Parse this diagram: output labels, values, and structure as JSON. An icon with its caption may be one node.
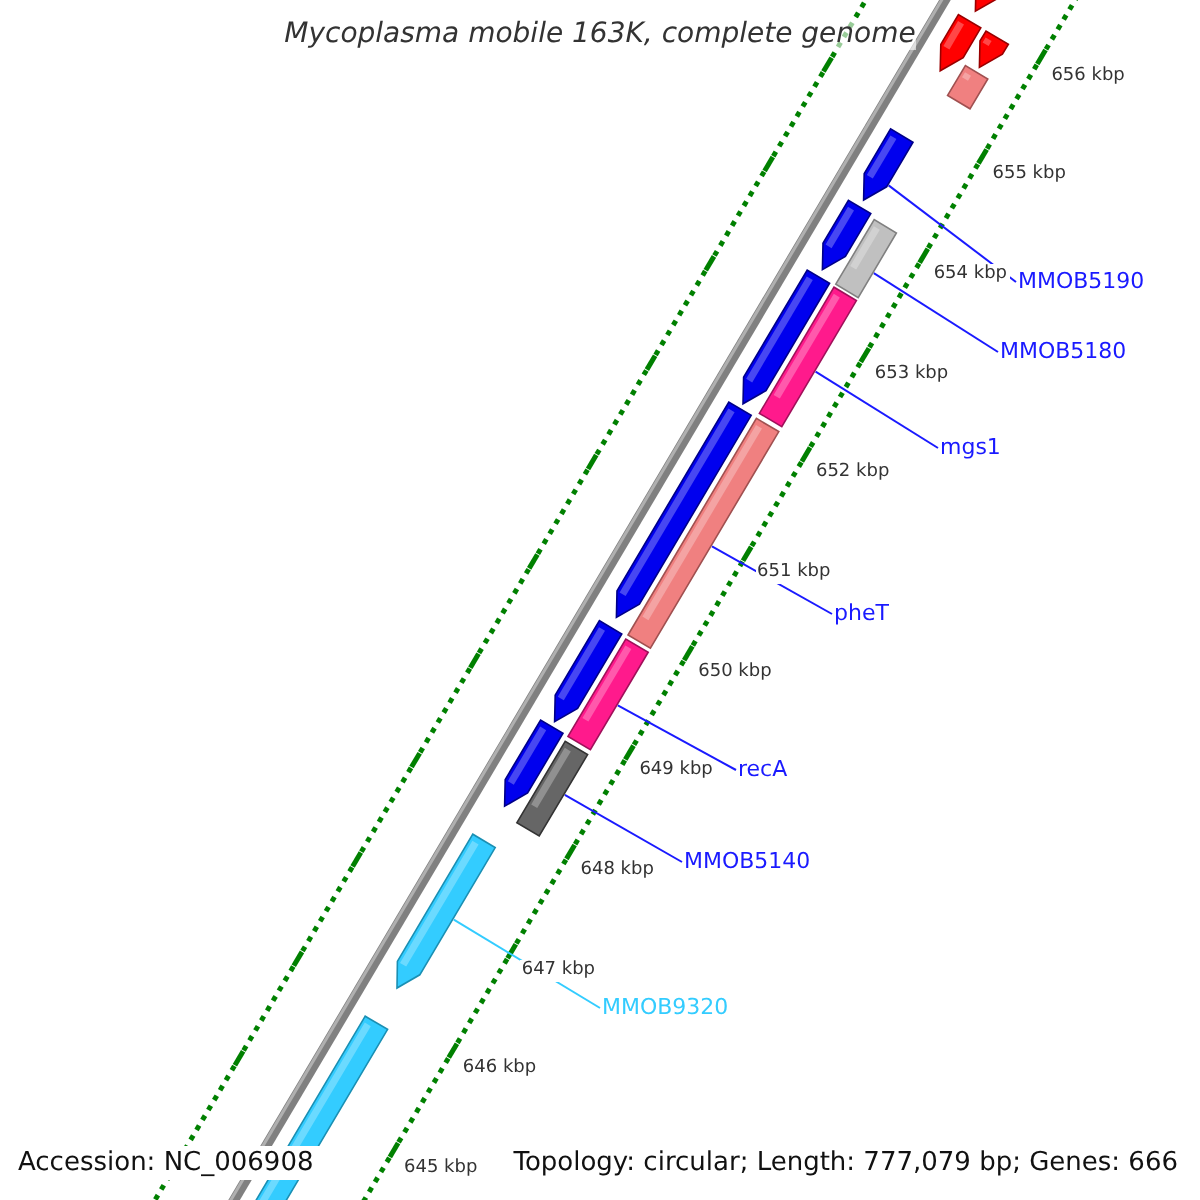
{
  "diagram": {
    "title": "Mycoplasma mobile 163K, complete genome",
    "nodes": [
      {
        "text": [
          "MMOB5190"
        ]
      },
      {
        "text": [
          "MMOB5180"
        ]
      },
      {
        "text": [
          "mgs1"
        ]
      },
      {
        "text": [
          "pheT"
        ]
      },
      {
        "text": [
          "recA"
        ]
      },
      {
        "text": [
          "MMOB5140"
        ]
      },
      {
        "text": [
          "MMOB9320"
        ]
      },
      {
        "text": [],
        "shape": "arrow"
      },
      {
        "text": [],
        "shape": "bar"
      },
      {
        "text": [],
        "shape": "bar"
      },
      {
        "text": [],
        "shape": "bar"
      },
      {
        "text": [],
        "shape": "bar"
      },
      {
        "text": [],
        "shape": "bar"
      },
      {
        "text": [],
        "shape": "arrow"
      }
    ],
    "edges": [
      {
        "from": 0,
        "to": 7,
        "arrow": "none"
      },
      {
        "from": 1,
        "to": 8,
        "arrow": "none"
      },
      {
        "from": 2,
        "to": 9,
        "arrow": "none"
      },
      {
        "from": 3,
        "to": 10,
        "arrow": "none"
      },
      {
        "from": 4,
        "to": 11,
        "arrow": "none"
      },
      {
        "from": 5,
        "to": 12,
        "arrow": "none"
      },
      {
        "from": 6,
        "to": 13,
        "arrow": "none",
        "color": "#33ccff"
      }
    ],
    "labels": [
      "656 kbp",
      "655 kbp",
      "654 kbp",
      "653 kbp",
      "652 kbp",
      "651 kbp",
      "650 kbp",
      "649 kbp",
      "648 kbp",
      "647 kbp",
      "646 kbp",
      "645 kbp",
      "Accession: NC_006908",
      "Topology: circular; Length: 777,079 bp; Genes: 666"
    ]
  }
}
